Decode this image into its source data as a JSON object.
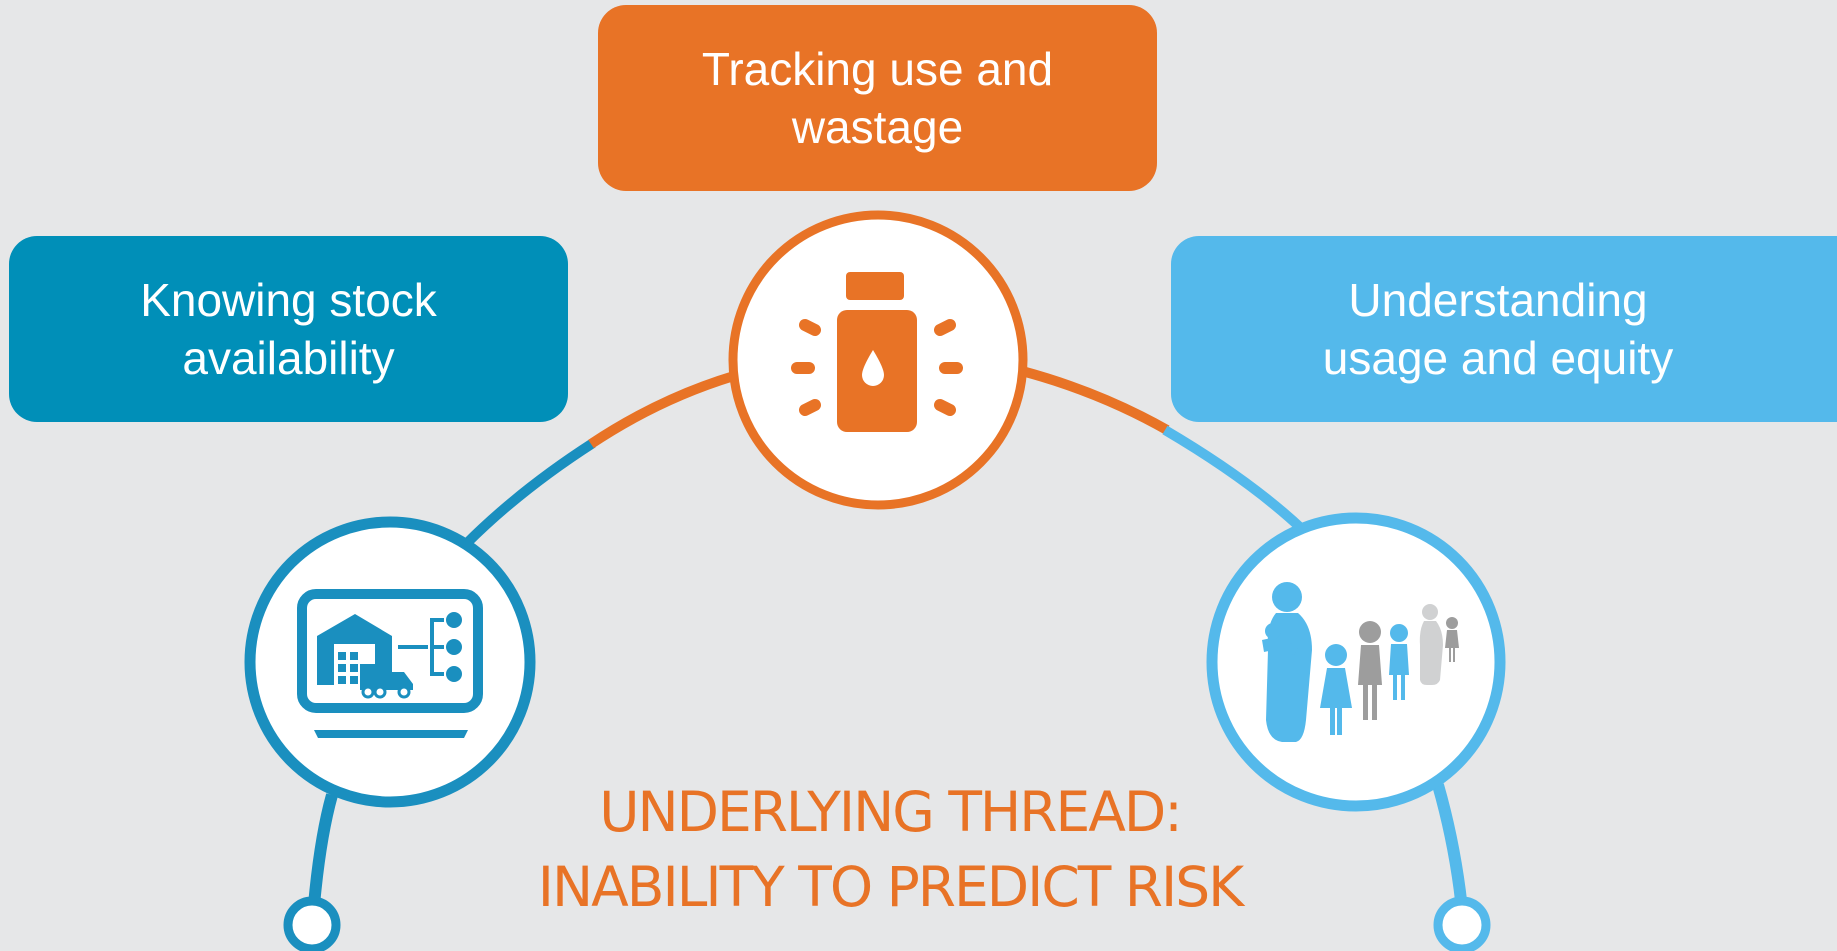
{
  "boxes": {
    "left": {
      "line1": "Knowing stock",
      "line2": "availability"
    },
    "center": {
      "line1": "Tracking use and",
      "line2": "wastage"
    },
    "right": {
      "line1": "Understanding",
      "line2": "usage and equity"
    }
  },
  "thread": {
    "line1": "UNDERLYING THREAD:",
    "line2": "INABILITY TO PREDICT RISK"
  },
  "icons": [
    "warehouse-computer-icon",
    "vaccine-vial-icon",
    "family-people-icon"
  ],
  "colors": {
    "background": "#e6e7e8",
    "teal": "#008fb8",
    "orange": "#e87326",
    "light_blue": "#54b9eb",
    "grey_person": "#9d9d9d"
  }
}
